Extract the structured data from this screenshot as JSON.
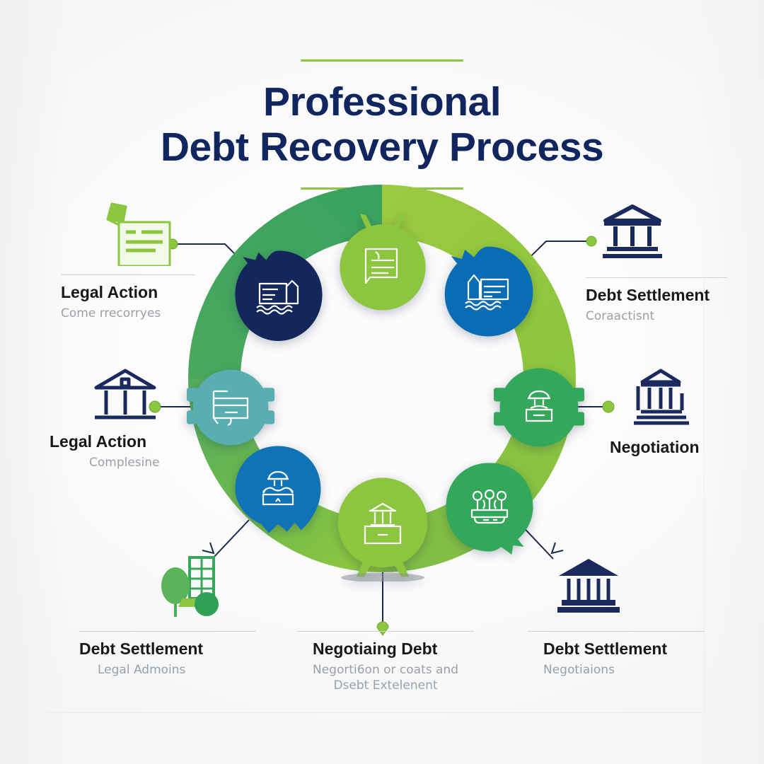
{
  "title": {
    "line1": "Professional",
    "line2": "Debt Recovery Process"
  },
  "colors": {
    "navy": "#11265e",
    "accent_green": "#8cc63e",
    "ring_green": "#3da45e",
    "ring_lime": "#8dc63f",
    "node_blue": "#0a6cb4",
    "node_teal": "#58aeb0",
    "node_green": "#34a85a",
    "background": "#fbfbfc",
    "label_title": "#17181a",
    "label_sub": "#9aa0a7",
    "divider": "#cfd2d6"
  },
  "labels": [
    {
      "id": "legal-action-top-left",
      "title": "Legal Action",
      "subtitle": "Come rrecorryes",
      "icon": "document-checklist-icon",
      "align": "left"
    },
    {
      "id": "debt-settlement-top-right",
      "title": "Debt Settlement",
      "subtitle": "Coraactisnt",
      "icon": "bank-building-icon",
      "align": "left"
    },
    {
      "id": "legal-action-mid-left",
      "title": "Legal Action",
      "subtitle": "Complesine",
      "icon": "courthouse-icon",
      "align": "left"
    },
    {
      "id": "negotiation-mid-right",
      "title": "Negotiation",
      "subtitle": "",
      "icon": "courthouse-steps-icon",
      "align": "left"
    },
    {
      "id": "debt-settlement-bottom-left",
      "title": "Debt Settlement",
      "subtitle": "Legal Admoins",
      "icon": "tree-building-icon",
      "align": "left"
    },
    {
      "id": "negotiating-debt-bottom-center",
      "title": "Negotiaing Debt",
      "subtitle": "Negorti6on or coats and Dsebt Extelenent",
      "icon": "",
      "align": "center"
    },
    {
      "id": "debt-settlement-bottom-right",
      "title": "Debt Settlement",
      "subtitle": "Negotiaions",
      "icon": "classical-bank-icon",
      "align": "left"
    }
  ],
  "nodes": [
    {
      "id": "node-top-left",
      "shape": "droplet-navy",
      "color": "#14275c",
      "icon": "invoice-ship-icon"
    },
    {
      "id": "node-top-center",
      "shape": "circle-lime",
      "color": "#8cc63f",
      "icon": "document-lines-icon"
    },
    {
      "id": "node-top-right",
      "shape": "droplet-blue",
      "color": "#0a6cb4",
      "icon": "invoice-ship-icon"
    },
    {
      "id": "node-left",
      "shape": "gear-teal",
      "color": "#58aeb0",
      "icon": "card-document-icon"
    },
    {
      "id": "node-right",
      "shape": "gear-green",
      "color": "#34a85a",
      "icon": "worker-desk-icon"
    },
    {
      "id": "node-bottom-left",
      "shape": "droplet-blue2",
      "color": "#1073b8",
      "icon": "handshake-desk-icon"
    },
    {
      "id": "node-bottom-center",
      "shape": "circle-lime2",
      "color": "#8cc63f",
      "icon": "bank-ledger-icon"
    },
    {
      "id": "node-bottom-right",
      "shape": "droplet-green",
      "color": "#34a85a",
      "icon": "meeting-table-icon"
    }
  ],
  "ring_segments": [
    {
      "id": "segment-top-left",
      "color": "#3da45e"
    },
    {
      "id": "segment-top-right",
      "color": "#8dc63f"
    },
    {
      "id": "segment-bottom-right",
      "color": "#8dc63f"
    },
    {
      "id": "segment-bottom-left",
      "color": "#8dc63f"
    }
  ]
}
